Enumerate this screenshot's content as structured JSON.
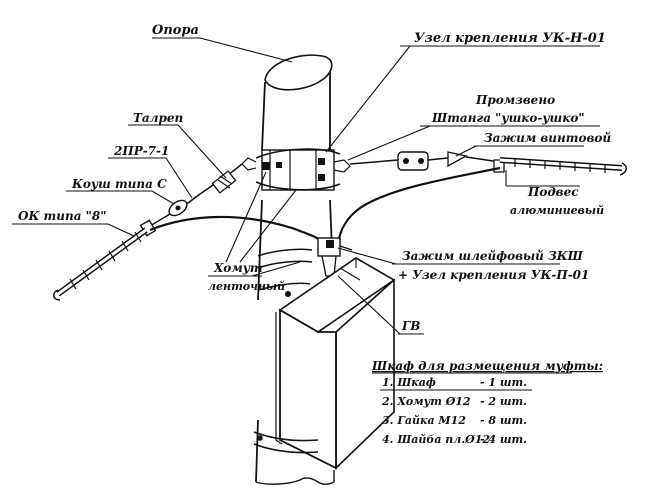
{
  "labels": {
    "opora": "Опора",
    "uzel_uk_n": "Узел крепления УК-Н-01",
    "talrep": "Талреп",
    "promzveno_1": "Промзвено",
    "promzveno_2": "Штанга \"ушко-ушко\"",
    "zazhim_vint": "Зажим винтовой",
    "pr": "2ПР-7-1",
    "koush": "Коуш типа С",
    "podves_1": "Подвес",
    "podves_2": "алюминиевый",
    "ok": "ОК типа \"8\"",
    "zazhim_shleif": "Зажим шлейфовый ЗКШ",
    "uzel_uk_p": "+ Узел крепления УК-П-01",
    "khomut_1": "Хомут",
    "khomut_2": "ленточный",
    "gv": "ГВ"
  },
  "cabinet_list": {
    "title": "Шкаф для размещения муфты:",
    "items": [
      {
        "name": "1. Шкаф",
        "qty": "- 1 шт."
      },
      {
        "name": "2. Хомут Ø12",
        "qty": "- 2 шт."
      },
      {
        "name": "3. Гайка М12",
        "qty": "- 8 шт."
      },
      {
        "name": "4. Шайба пл.Ø12",
        "qty": "- 4 шт."
      }
    ]
  },
  "colors": {
    "ink": "#111111",
    "background": "#ffffff"
  }
}
